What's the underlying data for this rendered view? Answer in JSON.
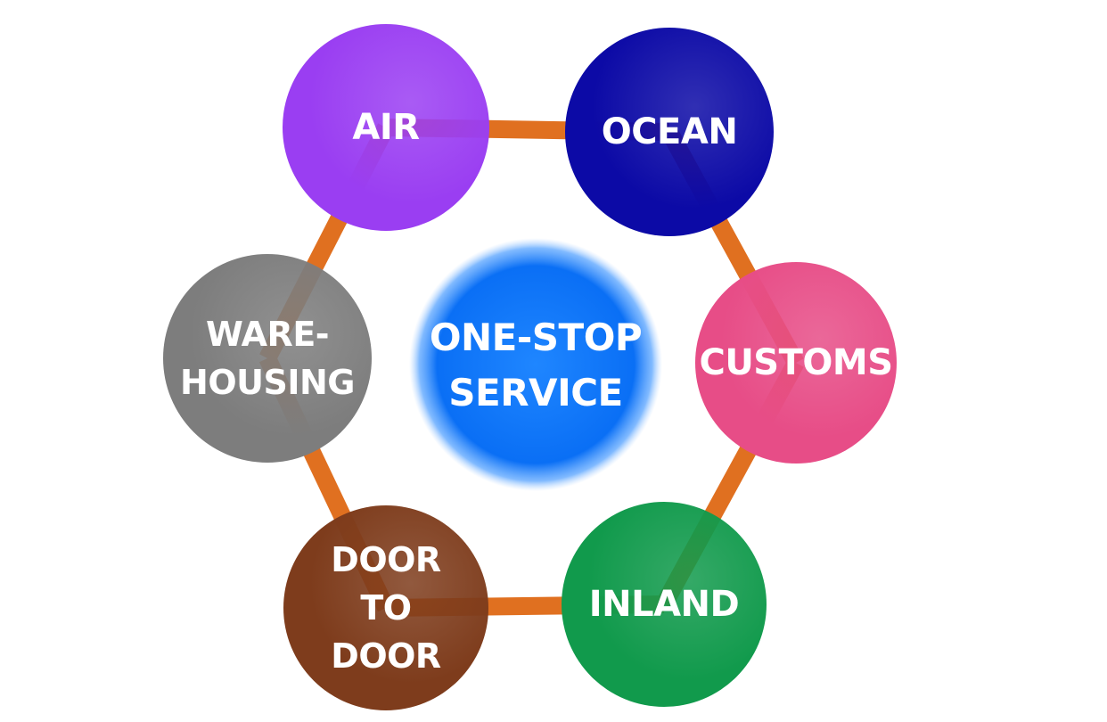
{
  "center": {
    "lines": [
      "ONE-STOP",
      "SERVICE"
    ],
    "color": "#0a6ff5"
  },
  "services": [
    {
      "key": "air",
      "lines": [
        "AIR"
      ],
      "color": "#9a3ef2"
    },
    {
      "key": "ocean",
      "lines": [
        "OCEAN"
      ],
      "color": "#0c0aa6"
    },
    {
      "key": "customs",
      "lines": [
        "CUSTOMS"
      ],
      "color": "#e74d87"
    },
    {
      "key": "inland",
      "lines": [
        "INLAND"
      ],
      "color": "#119a4c"
    },
    {
      "key": "door-to-door",
      "lines": [
        "DOOR",
        "TO",
        "DOOR"
      ],
      "color": "#7e3c1c"
    },
    {
      "key": "warehousing",
      "lines": [
        "WARE-",
        "HOUSING"
      ],
      "color": "#7d7d7d"
    }
  ],
  "connector_color": "#e07020"
}
